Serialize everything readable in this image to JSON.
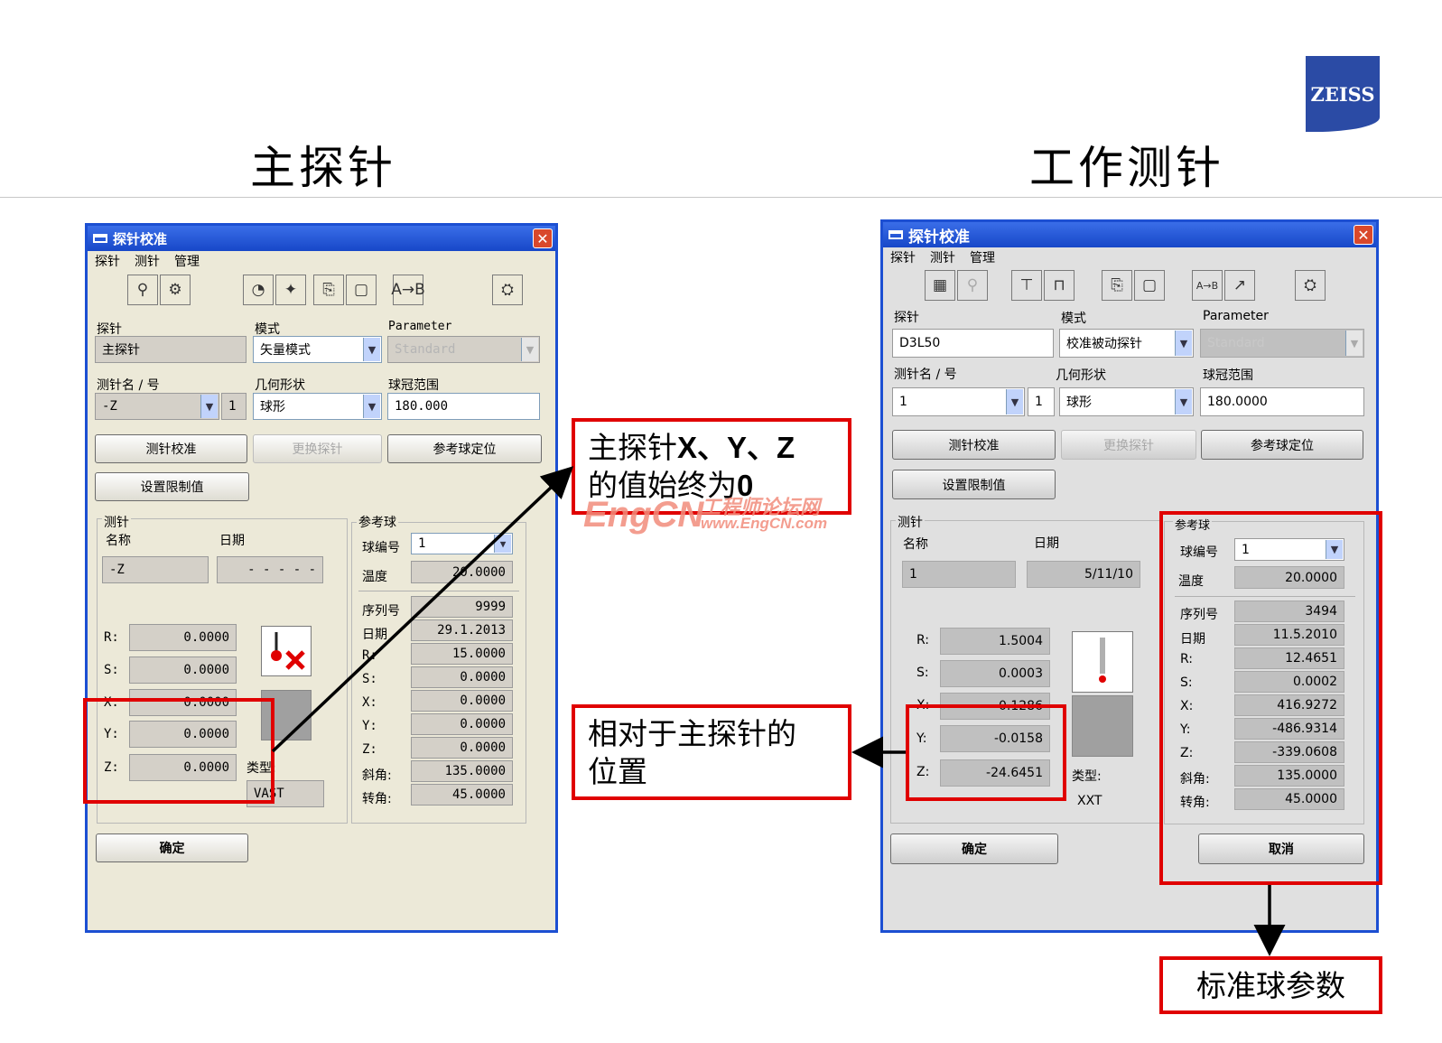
{
  "slide": {
    "left_title": "主探针",
    "right_title": "工作测针",
    "logo": "ZEISS",
    "watermark_brand": "EngCN",
    "watermark_cn": "工程师论坛网",
    "watermark_url": "www.EngCN.com"
  },
  "callouts": {
    "zero_note_line1_cn": "主探针",
    "zero_note_line1_xyz": "X、Y、Z",
    "zero_note_line2_cn": "的值始终为",
    "zero_note_line2_num": "0",
    "relative_note_line1": "相对于主探针的",
    "relative_note_line2": "位置",
    "sphere_note": "标准球参数"
  },
  "left_dialog": {
    "title": "探针校准",
    "close": "✕",
    "menu": [
      "探针",
      "测针",
      "管理"
    ],
    "labels": {
      "probe": "探针",
      "mode": "模式",
      "parameter": "Parameter",
      "stylus_name_no": "测针名 / 号",
      "geometry": "几何形状",
      "crown_range": "球冠范围",
      "stylus_group": "测针",
      "name": "名称",
      "date": "日期",
      "ref_sphere_group": "参考球",
      "sphere_no": "球编号",
      "temperature": "温度",
      "serial": "序列号",
      "sphere_date": "日期",
      "r": "R:",
      "s": "S:",
      "x": "X:",
      "y": "Y:",
      "z": "Z:",
      "tilt": "斜角:",
      "rotation": "转角:",
      "type": "类型:"
    },
    "values": {
      "probe": "主探针",
      "mode": "矢量模式",
      "parameter": "Standard",
      "stylus_name": "-Z",
      "stylus_no": "1",
      "geometry": "球形",
      "crown_range": "180.000",
      "name": "-Z",
      "date": "- - - - -",
      "r": "0.0000",
      "s": "0.0000",
      "x": "0.0000",
      "y": "0.0000",
      "z": "0.0000",
      "type": "VAST",
      "sphere_no": "1",
      "temperature": "20.0000",
      "serial": "9999",
      "sphere_date": "29.1.2013",
      "sr": "15.0000",
      "ss": "0.0000",
      "sx": "0.0000",
      "sy": "0.0000",
      "sz": "0.0000",
      "tilt": "135.0000",
      "rotation": "45.0000"
    },
    "buttons": {
      "calibrate": "测针校准",
      "change_probe": "更换探针",
      "locate_sphere": "参考球定位",
      "set_limits": "设置限制值",
      "ok": "确定"
    }
  },
  "right_dialog": {
    "title": "探针校准",
    "close": "✕",
    "menu": [
      "探针",
      "测针",
      "管理"
    ],
    "labels": {
      "probe": "探针",
      "mode": "模式",
      "parameter": "Parameter",
      "stylus_name_no": "测针名 / 号",
      "geometry": "几何形状",
      "crown_range": "球冠范围",
      "stylus_group": "测针",
      "name": "名称",
      "date": "日期",
      "ref_sphere_group": "参考球",
      "sphere_no": "球编号",
      "temperature": "温度",
      "serial": "序列号",
      "sphere_date": "日期",
      "r": "R:",
      "s": "S:",
      "x": "X:",
      "y": "Y:",
      "z": "Z:",
      "tilt": "斜角:",
      "rotation": "转角:",
      "type": "类型:"
    },
    "values": {
      "probe": "D3L50",
      "mode": "校准被动探针",
      "parameter": "Standard",
      "stylus_name": "1",
      "stylus_no": "1",
      "geometry": "球形",
      "crown_range": "180.0000",
      "name": "1",
      "date": "5/11/10",
      "r": "1.5004",
      "s": "0.0003",
      "x": "-0.1286",
      "y": "-0.0158",
      "z": "-24.6451",
      "type": "XXT",
      "sphere_no": "1",
      "temperature": "20.0000",
      "serial": "3494",
      "sphere_date": "11.5.2010",
      "sr": "12.4651",
      "ss": "0.0002",
      "sx": "416.9272",
      "sy": "-486.9314",
      "sz": "-339.0608",
      "tilt": "135.0000",
      "rotation": "45.0000"
    },
    "buttons": {
      "calibrate": "测针校准",
      "change_probe": "更换探针",
      "locate_sphere": "参考球定位",
      "set_limits": "设置限制值",
      "ok": "确定",
      "cancel": "取消"
    }
  },
  "colors": {
    "callout_red": "#e00000",
    "titlebar_blue": "#1747c8",
    "zeiss_blue": "#2b4ba5"
  }
}
